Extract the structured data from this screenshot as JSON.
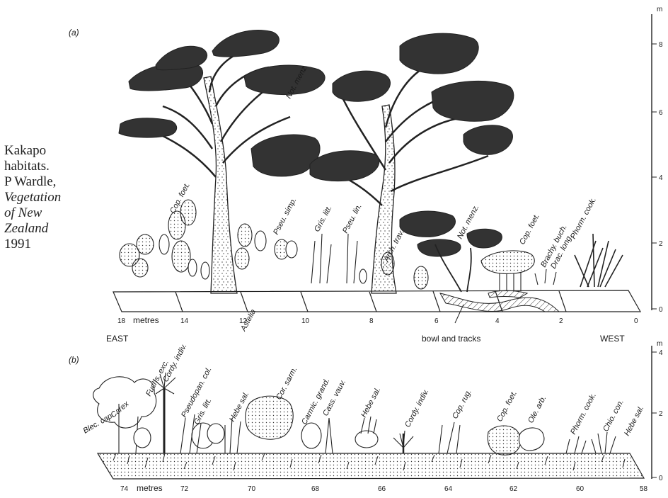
{
  "header_fragment": "",
  "caption": {
    "line1": "Kakapo",
    "line2": "habitats.",
    "line3": "P Wardle,",
    "line4": "Vegetation",
    "line5": "of New",
    "line6": "Zealand",
    "line7": "1991"
  },
  "panel_a": {
    "letter": "(a)",
    "unit_label": "metres",
    "east": "EAST",
    "west": "WEST",
    "bowl": "bowl and tracks",
    "x_ticks": [
      "18",
      "14",
      "12",
      "10",
      "8",
      "6",
      "4",
      "2",
      "0"
    ],
    "height_unit": "m",
    "height_ticks": [
      "8",
      "6",
      "4",
      "2",
      "0"
    ],
    "species": {
      "cop_foet_1": "Cop. foet.",
      "not_menz_1": "Not. menz.",
      "pseu_simp": "Pseu. simp.",
      "gris_litt": "Gris. litt.",
      "pseu_lin": "Pseu. lin.",
      "arch_trav": "Arch. trav.",
      "not_menz_2": "Not. menz.",
      "cop_foet_2": "Cop. foet.",
      "brachy_buch": "Brachy. buch.",
      "drac_long": "Drac. long.",
      "phorm_cook": "Phorm. cook.",
      "astelia": "Astelia"
    }
  },
  "panel_b": {
    "letter": "(b)",
    "unit_label": "metres",
    "x_ticks": [
      "74",
      "72",
      "70",
      "68",
      "66",
      "64",
      "62",
      "60",
      "58"
    ],
    "height_unit": "m",
    "height_ticks": [
      "4",
      "2",
      "0"
    ],
    "species": {
      "blec_cap": "Blec. cap.",
      "carex": "Carex",
      "fuchs_exc": "Fuchs. exc.",
      "cordy_indiv_1": "Cordy. indiv.",
      "pseudopan_col": "Pseudopan. col.",
      "gris_litt": "Gris. litt.",
      "hebe_sal_1": "Hebe sal.",
      "cor_sarm": "Cor. sarm.",
      "carmic_grand": "Carmic. grand.",
      "cass_vauv": "Cass. vauv.",
      "hebe_sal_2": "Hebe sal.",
      "cordy_indiv_2": "Cordy. indiv.",
      "cop_rug": "Cop. rug.",
      "cop_foet": "Cop. foet.",
      "ole_arb": "Ole. arb.",
      "phorm_cook": "Phorm. cook.",
      "chio_con": "Chio. con.",
      "hebe_sal_3": "Hebe sal."
    }
  }
}
